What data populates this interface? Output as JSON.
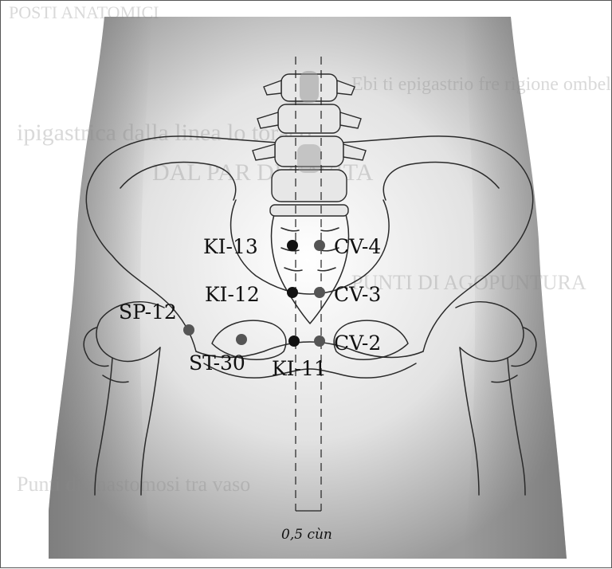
{
  "points": {
    "ki13": {
      "label": "KI-13",
      "color": "#111111"
    },
    "cv4": {
      "label": "CV-4",
      "color": "#555555"
    },
    "ki12": {
      "label": "KI-12",
      "color": "#111111"
    },
    "cv3": {
      "label": "CV-3",
      "color": "#555555"
    },
    "sp12": {
      "label": "SP-12",
      "color": "#555555"
    },
    "st30": {
      "label": "ST-30",
      "color": "#555555"
    },
    "ki11": {
      "label": "KI-11",
      "color": "#111111"
    },
    "cv2": {
      "label": "CV-2",
      "color": "#555555"
    }
  },
  "measure_caption": "0,5 cùn",
  "bleed_through": [
    "POSTI ANATOMICI",
    "Ebi ti epigastrio fre rigione ombelicale",
    "ipigastrica dalla linea lo toraco",
    "DAL PAR DI CAVITA",
    "PUNTI DI AGOPUNTURA",
    "Punti di anastomosi tra vaso"
  ]
}
